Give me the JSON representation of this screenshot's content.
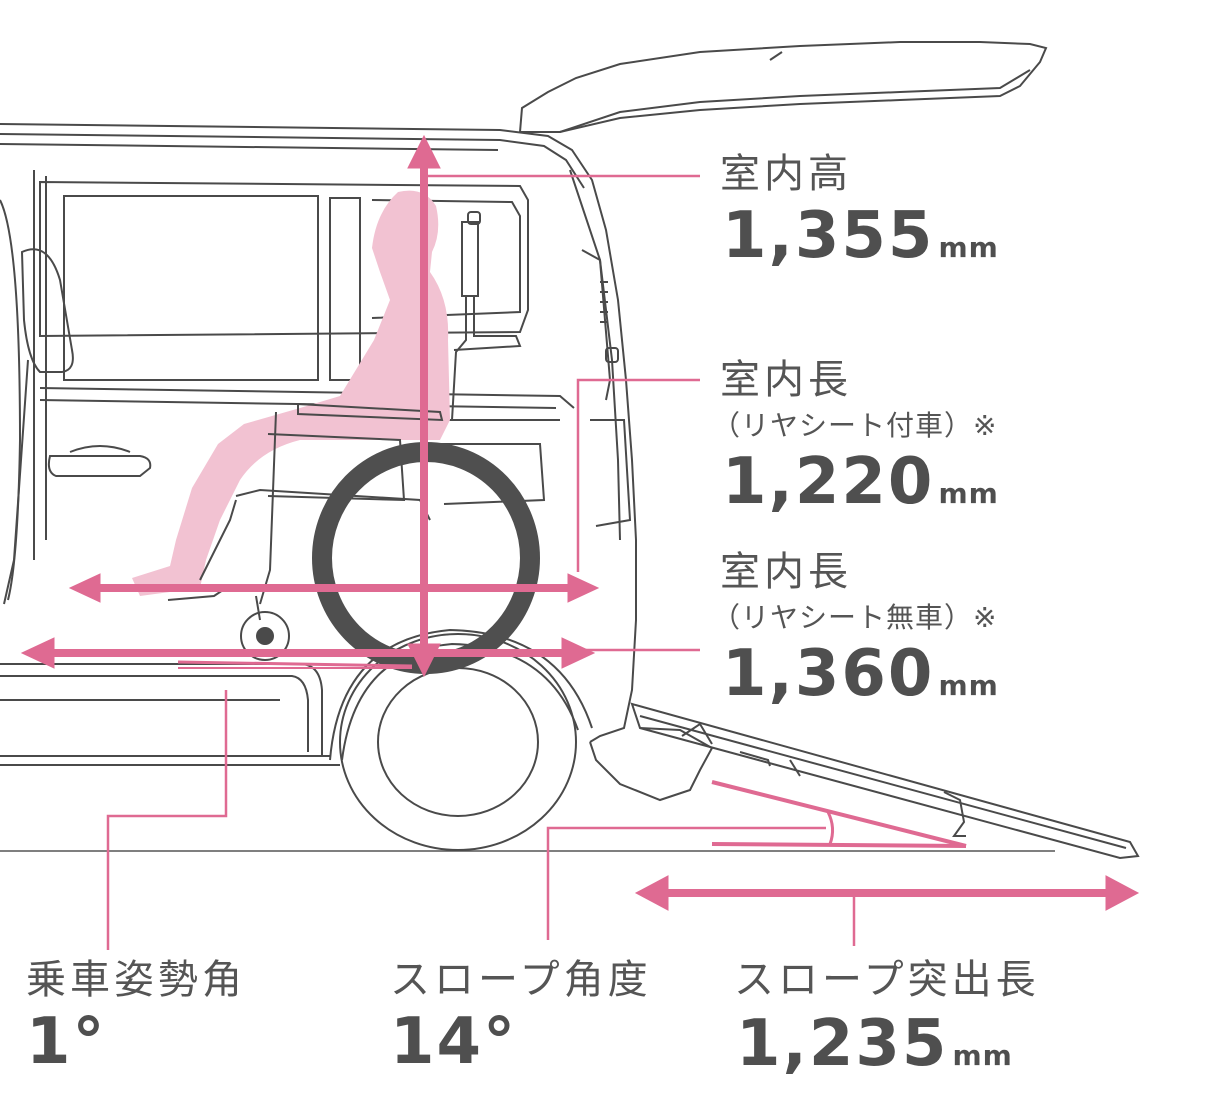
{
  "colors": {
    "accent": "#df6a92",
    "passenger": "#f2c2d2",
    "line": "#4a4a4a",
    "wheel": "#4f4f4f"
  },
  "measurements": {
    "height": {
      "title": "室内高",
      "value": "1,355",
      "unit": "mm"
    },
    "length_seat": {
      "title": "室内長",
      "note": "（リヤシート付車）※",
      "value": "1,220",
      "unit": "mm"
    },
    "length_noseat": {
      "title": "室内長",
      "note": "（リヤシート無車）※",
      "value": "1,360",
      "unit": "mm"
    },
    "boarding_angle": {
      "title": "乗車姿勢角",
      "value": "1°"
    },
    "slope_angle": {
      "title": "スロープ角度",
      "value": "14°"
    },
    "slope_length": {
      "title": "スロープ突出長",
      "value": "1,235",
      "unit": "mm"
    }
  }
}
